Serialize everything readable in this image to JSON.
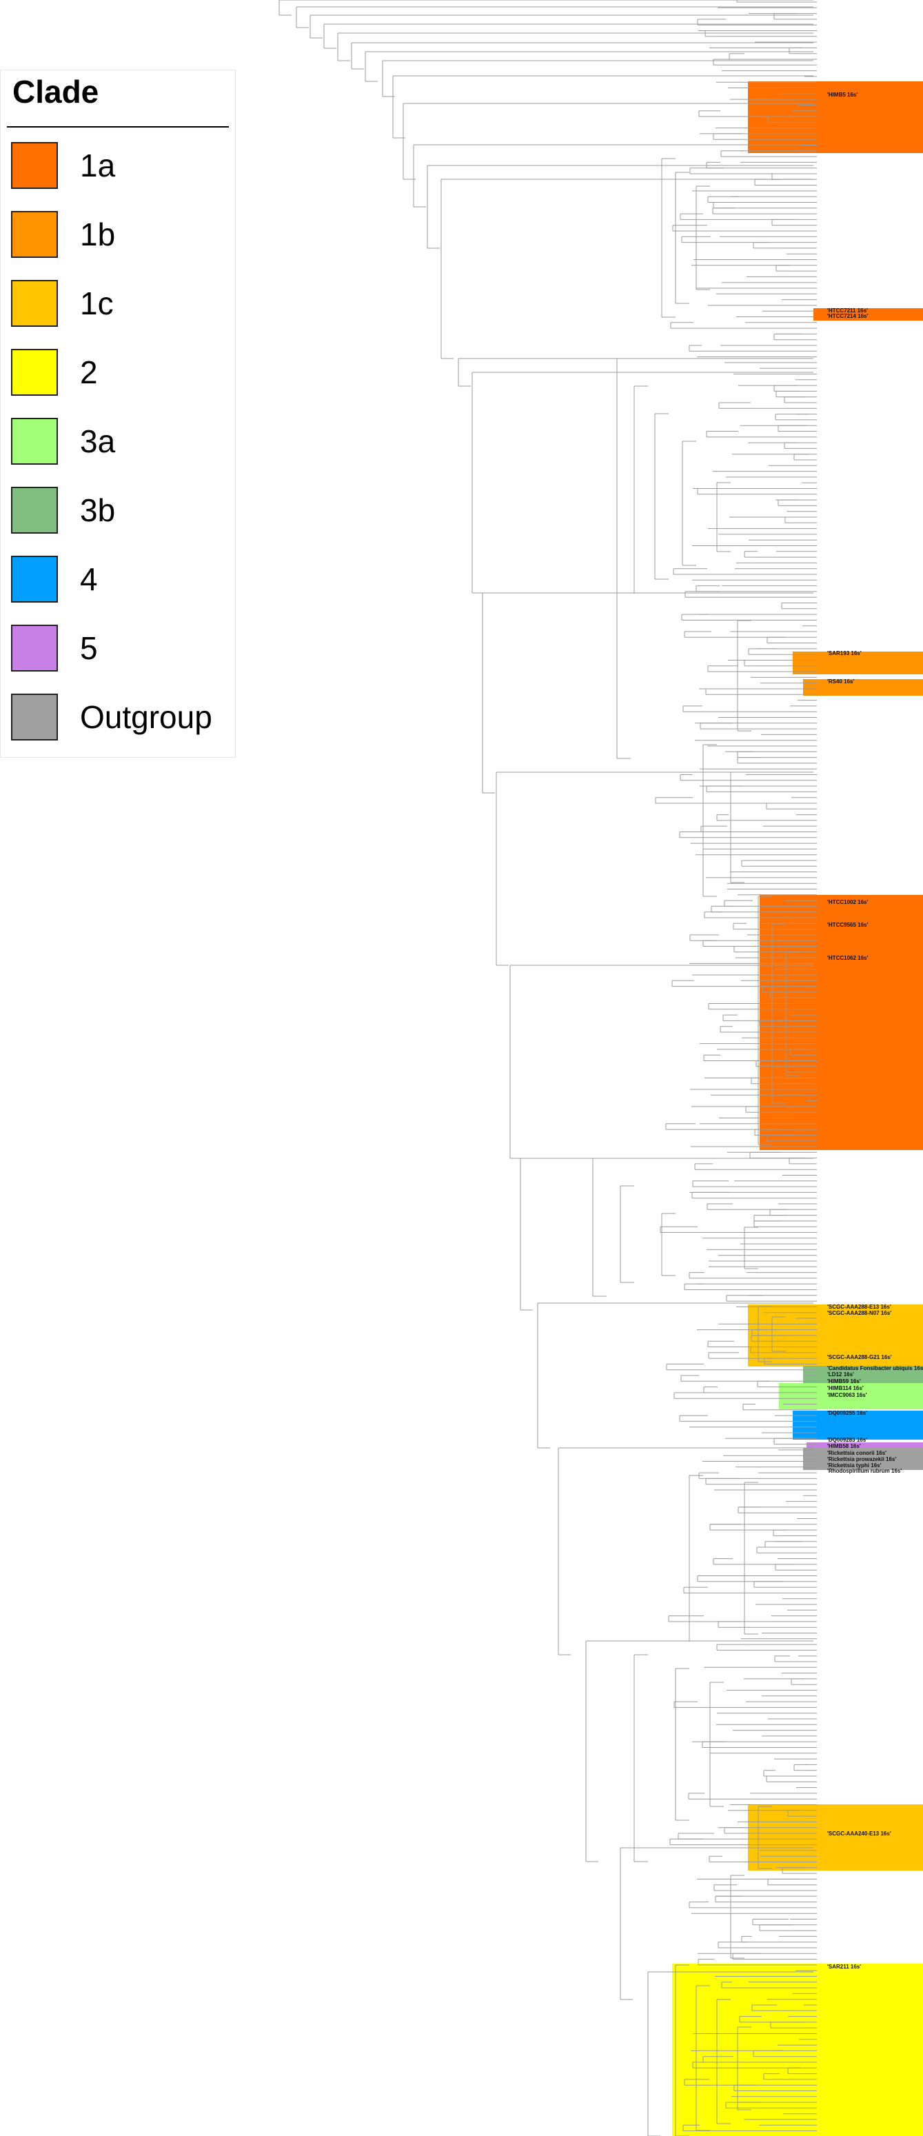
{
  "legend": {
    "title": "Clade",
    "items": [
      {
        "label": "1a",
        "color": "#ff7000"
      },
      {
        "label": "1b",
        "color": "#ff9400"
      },
      {
        "label": "1c",
        "color": "#ffc500"
      },
      {
        "label": "2",
        "color": "#ffff00"
      },
      {
        "label": "3a",
        "color": "#a2ff77"
      },
      {
        "label": "3b",
        "color": "#80bf80"
      },
      {
        "label": "4",
        "color": "#009fff"
      },
      {
        "label": "5",
        "color": "#c880e8"
      },
      {
        "label": "Outgroup",
        "color": "#a0a0a0"
      }
    ]
  },
  "tree": {
    "branch_color": "#9a9a9a",
    "clade_bands": [
      {
        "clade": "1a",
        "color": "#ff7000"
      },
      {
        "clade": "1a",
        "color": "#ff7000"
      },
      {
        "clade": "1b",
        "color": "#ff9400"
      },
      {
        "clade": "1b",
        "color": "#ff9400"
      },
      {
        "clade": "1a",
        "color": "#ff7000"
      },
      {
        "clade": "1c",
        "color": "#ffc500"
      },
      {
        "clade": "3b",
        "color": "#80bf80"
      },
      {
        "clade": "3a",
        "color": "#a2ff77"
      },
      {
        "clade": "4",
        "color": "#009fff"
      },
      {
        "clade": "5",
        "color": "#c880e8"
      },
      {
        "clade": "Outgroup",
        "color": "#a0a0a0"
      },
      {
        "clade": "1c",
        "color": "#ffc500"
      },
      {
        "clade": "2",
        "color": "#ffff00"
      }
    ],
    "highlighted_labels": [
      "'HIMB5 16s'",
      "'HTCC7211 16s'",
      "'HTCC7214 16s'",
      "'SAR193 16s'",
      "'RS40 16s'",
      "'HTCC1002 16s'",
      "'HTCC9565 16s'",
      "'HTCC1062 16s'",
      "'SCGC-AAA288-E13 16s'",
      "'SCGC-AAA288-N07 16s'",
      "'SCGC-AAA288-G21 16s'",
      "'Candidatus Fonsibacter ubiquis 16s'",
      "'LD12 16s'",
      "'IMCC9063 16s'",
      "'HIMB114 16s'",
      "'HIMB59 16s'",
      "'DQ009255 16s'",
      "'DQ009283 16s'",
      "'HIMB58 16s'",
      "'Rickettsia conorii 16s'",
      "'Rickettsia prowazekii 16s'",
      "'Rickettsia typhi 16s'",
      "'Rhodospirillum rubrum 16s'",
      "'SCGC-AAA240-E13 16s'",
      "'SAR211 16s'"
    ]
  }
}
